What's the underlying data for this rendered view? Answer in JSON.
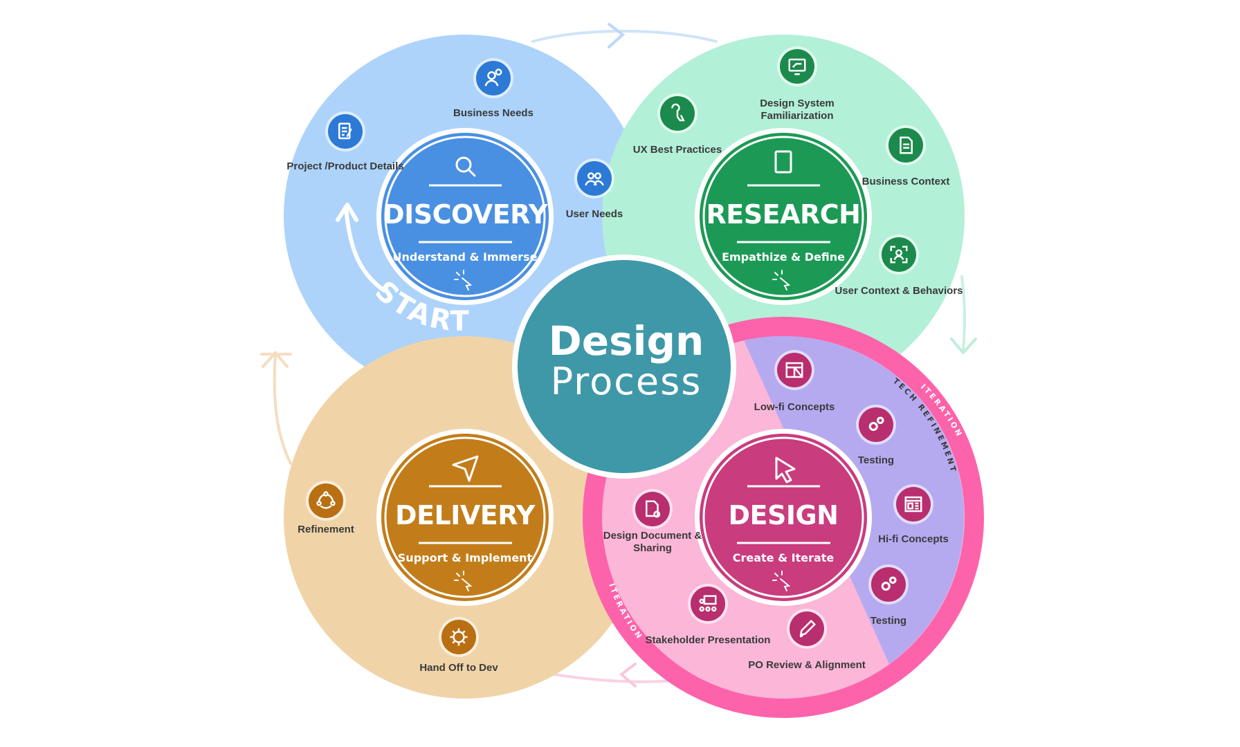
{
  "center": {
    "line1": "Design",
    "line2": "Process"
  },
  "start_label": "START",
  "phases": {
    "discovery": {
      "title": "DISCOVERY",
      "subtitle": "Understand & Immerse"
    },
    "research": {
      "title": "RESEARCH",
      "subtitle": "Empathize & Define"
    },
    "delivery": {
      "title": "DELIVERY",
      "subtitle": "Support & Implement"
    },
    "design": {
      "title": "DESIGN",
      "subtitle": "Create & Iterate"
    }
  },
  "ring_labels": {
    "iteration_top": "ITERATION",
    "iteration_bottom": "ITERATION",
    "tech_refinement": "TECH REFINEMENT"
  },
  "items": {
    "business_needs": "Business Needs",
    "project_details": "Project /Product Details",
    "user_needs": "User Needs",
    "design_system": "Design System Familiarization",
    "ux_best_practices": "UX Best Practices",
    "business_context": "Business Context",
    "user_context": "User Context & Behaviors",
    "refinement": "Refinement",
    "hand_off": "Hand Off to Dev",
    "low_fi": "Low-fi Concepts",
    "testing_1": "Testing",
    "hi_fi": "Hi-fi Concepts",
    "testing_2": "Testing",
    "design_doc": "Design Document & Sharing",
    "stakeholder": "Stakeholder Presentation",
    "po_review": "PO Review & Alignment"
  },
  "colors": {
    "discovery": "#4a90e2",
    "discovery_bg": "#add3fb",
    "research": "#1c9a55",
    "research_bg": "#b2f0d7",
    "delivery": "#c27d1a",
    "delivery_bg": "#f0d4a8",
    "design": "#c93c7e",
    "design_bg": "#fbb6d8",
    "design_ring": "#fd63aa",
    "tech_band": "#b5aaf0",
    "center": "#3f98a8"
  }
}
